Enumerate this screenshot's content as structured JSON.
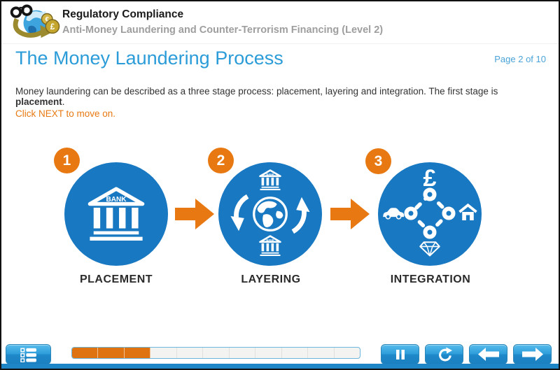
{
  "header": {
    "title": "Regulatory Compliance",
    "subtitle": "Anti-Money Laundering and Counter-Terrorism Financing (Level 2)",
    "logo_coin_small": "€",
    "logo_coin_large": "£"
  },
  "page": {
    "title": "The Money Laundering Process",
    "page_indicator": "Page 2 of 10",
    "body_text": "Money laundering can be described as a three stage process: placement, layering and integration. The first stage is ",
    "body_bold": "placement",
    "body_end": ".",
    "instruction": "Click NEXT to move on."
  },
  "diagram": {
    "bank_text": "BANK",
    "pound_symbol": "£",
    "stages": [
      {
        "number": "1",
        "label": "PLACEMENT"
      },
      {
        "number": "2",
        "label": "LAYERING"
      },
      {
        "number": "3",
        "label": "INTEGRATION"
      }
    ]
  },
  "footer": {
    "progress_segments": 11,
    "progress_filled": 3
  },
  "colors": {
    "circle_blue": "#1878c1",
    "accent_orange": "#e87912",
    "progress_orange": "#e07311",
    "title_blue": "#2b9cd8",
    "subtitle_gray": "#9e9e9e",
    "footer_strip_blue": "#1e86c6"
  }
}
